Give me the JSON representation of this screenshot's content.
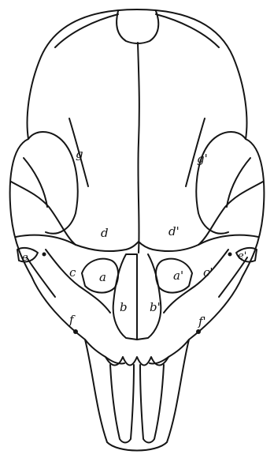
{
  "figure": {
    "ink_color": "#151515",
    "background_color": "#ffffff",
    "labels": {
      "a_left": "a",
      "a_right": "a'",
      "b_left": "b",
      "b_right": "b'",
      "c_left": "c",
      "c_right": "c'",
      "d_left": "d",
      "d_right": "d'",
      "e_left": "e",
      "e_right": "e'",
      "f_left": "f",
      "f_right": "f'",
      "g_left": "g",
      "g_right": "g'"
    }
  }
}
